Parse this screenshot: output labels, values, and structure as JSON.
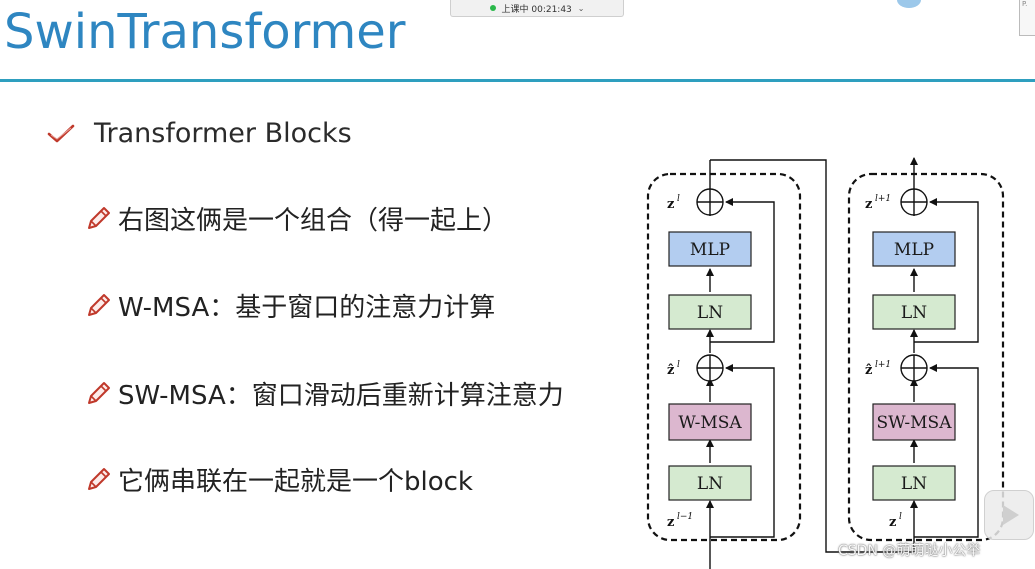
{
  "slide": {
    "title": "SwinTransformer",
    "heading": "Transformer Blocks",
    "bullets": [
      "右图这俩是一个组合（得一起上）",
      "W-MSA：基于窗口的注意力计算",
      "SW-MSA：窗口滑动后重新计算注意力",
      "它俩串联在一起就是一个block"
    ]
  },
  "recording": {
    "status_text": "上课中 00:21:43",
    "indicator_color": "#2ab84a"
  },
  "diagram": {
    "left_block": {
      "mlp": "MLP",
      "ln_top": "LN",
      "msa": "W-MSA",
      "ln_bottom": "LN",
      "out_symbol": "z",
      "out_sup": "l",
      "mid_symbol": "ẑ",
      "mid_sup": "l",
      "in_symbol": "z",
      "in_sup": "l−1"
    },
    "right_block": {
      "mlp": "MLP",
      "ln_top": "LN",
      "msa": "SW-MSA",
      "ln_bottom": "LN",
      "out_symbol": "z",
      "out_sup": "l+1",
      "mid_symbol": "ẑ",
      "mid_sup": "l+1",
      "in_symbol": "z",
      "in_sup": "l"
    },
    "colors": {
      "mlp": "#b3cdf0",
      "ln": "#d5ead0",
      "msa": "#dcb7cf",
      "title": "#2e86c1",
      "rule": "#2e9fbf"
    }
  },
  "icons": {
    "heading": "check-icon",
    "bullet": "pencil-icon",
    "overlay": "play-icon"
  },
  "watermark": "CSDN @萌萌哒小公举"
}
